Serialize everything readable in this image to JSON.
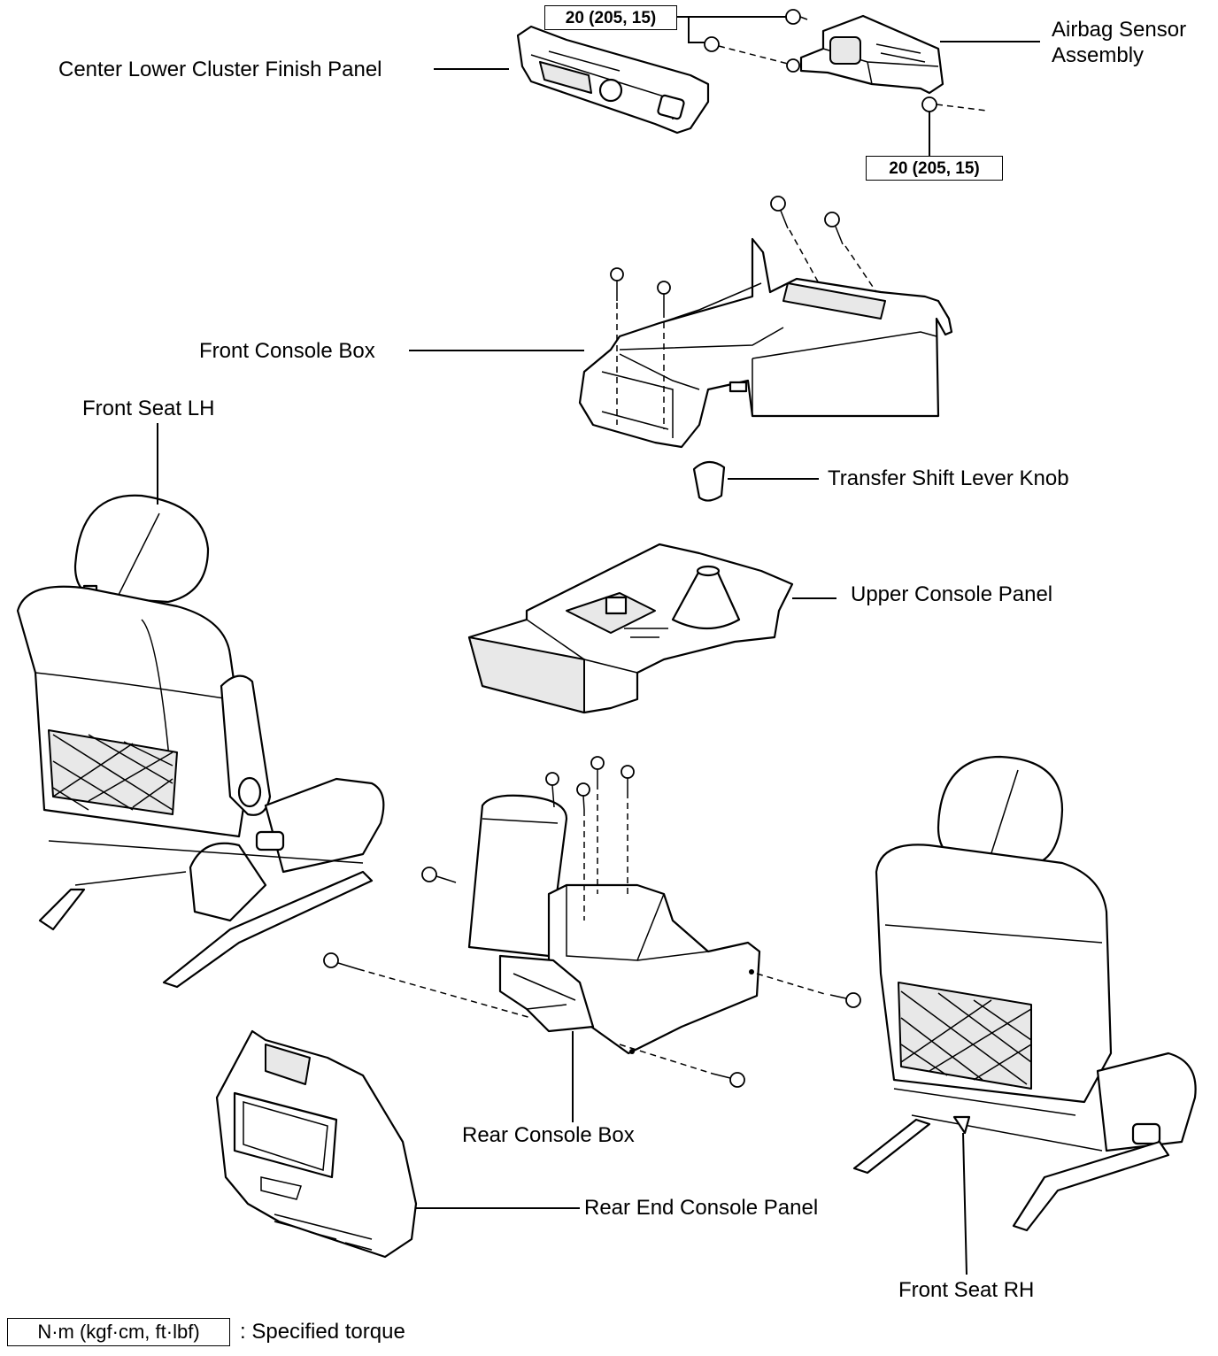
{
  "labels": {
    "airbag_sensor_line1": "Airbag Sensor",
    "airbag_sensor_line2": "Assembly",
    "center_lower_cluster": "Center Lower Cluster Finish Panel",
    "front_console_box": "Front Console Box",
    "front_seat_lh": "Front Seat LH",
    "transfer_knob": "Transfer Shift Lever Knob",
    "upper_console_panel": "Upper Console Panel",
    "rear_console_box": "Rear Console Box",
    "rear_end_console_panel": "Rear End Console Panel",
    "front_seat_rh": "Front Seat RH"
  },
  "torque": {
    "top": "20 (205, 15)",
    "bottom": "20 (205, 15)"
  },
  "legend": {
    "units": "N·m (kgf·cm, ft·lbf)",
    "description": ": Specified torque"
  },
  "colors": {
    "line": "#000000",
    "background": "#ffffff"
  }
}
